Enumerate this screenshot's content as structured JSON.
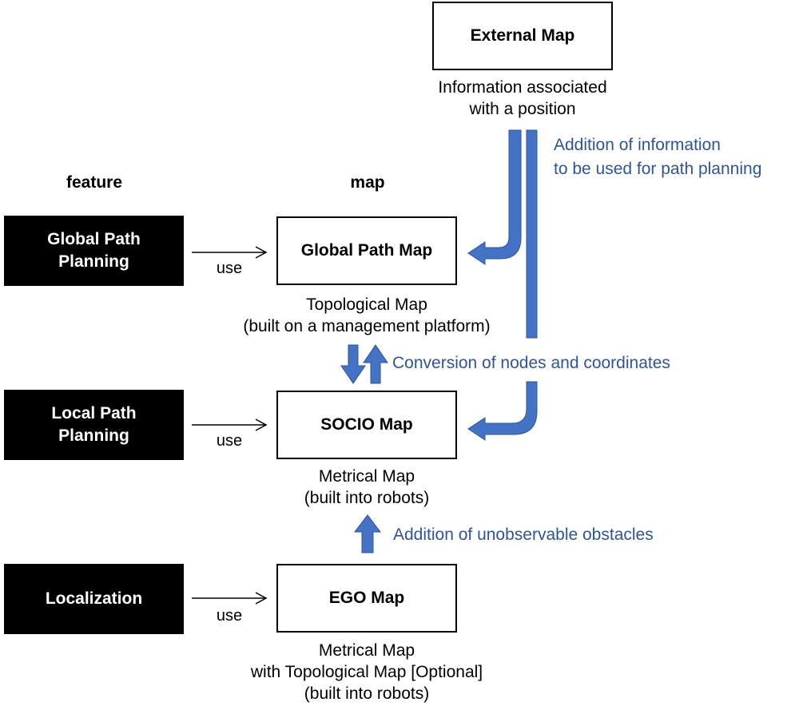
{
  "headers": {
    "feature": "feature",
    "map": "map"
  },
  "features": [
    {
      "label": "Global Path\nPlanning"
    },
    {
      "label": "Local Path\nPlanning"
    },
    {
      "label": "Localization"
    }
  ],
  "use_label": "use",
  "maps": {
    "external": {
      "title": "External Map",
      "caption": "Information associated\nwith a position"
    },
    "global": {
      "title": "Global Path Map",
      "caption": "Topological Map\n(built on a management platform)"
    },
    "socio": {
      "title": "SOCIO Map",
      "caption": "Metrical Map\n(built into robots)"
    },
    "ego": {
      "title": "EGO Map",
      "caption": "Metrical Map\nwith Topological Map [Optional]\n(built into robots)"
    }
  },
  "annotations": {
    "addition_path": "Addition of information\nto be used for path planning",
    "conversion": "Conversion of nodes and coordinates",
    "unobservable": "Addition of unobservable obstacles"
  },
  "colors": {
    "accent": "#2f5597",
    "arrow_fill": "#4472c4",
    "feature_bg": "#000000"
  }
}
